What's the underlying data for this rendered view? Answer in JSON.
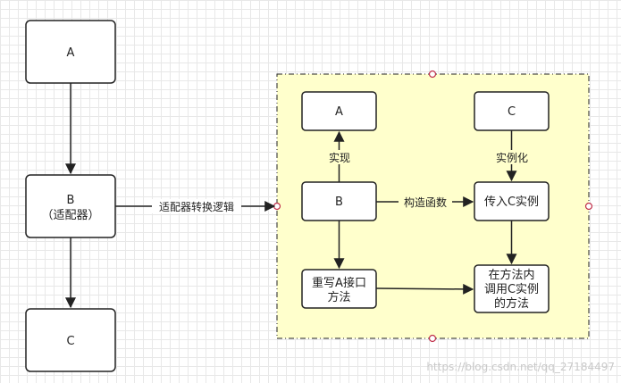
{
  "colors": {
    "container_fill": "#ffffcc",
    "container_border": "#222222",
    "node_stroke": "#222222",
    "handle_stroke": "#c0304a"
  },
  "nodes": {
    "a_outer": "A",
    "b_outer_line1": "B",
    "b_outer_line2": "（适配器）",
    "c_outer": "C",
    "a_inner": "A",
    "c_inner": "C",
    "b_inner": "B",
    "pass_c": "传入C实例",
    "override_line1": "重写A接口",
    "override_line2": "方法",
    "invoke_line1": "在方法内",
    "invoke_line2": "调用C实例",
    "invoke_line3": "的方法"
  },
  "edges": {
    "adapter_logic": "适配器转换逻辑",
    "implements": "实现",
    "instantiate": "实例化",
    "constructor": "构造函数"
  },
  "watermark": "https://blog.csdn.net/qq_27184497"
}
